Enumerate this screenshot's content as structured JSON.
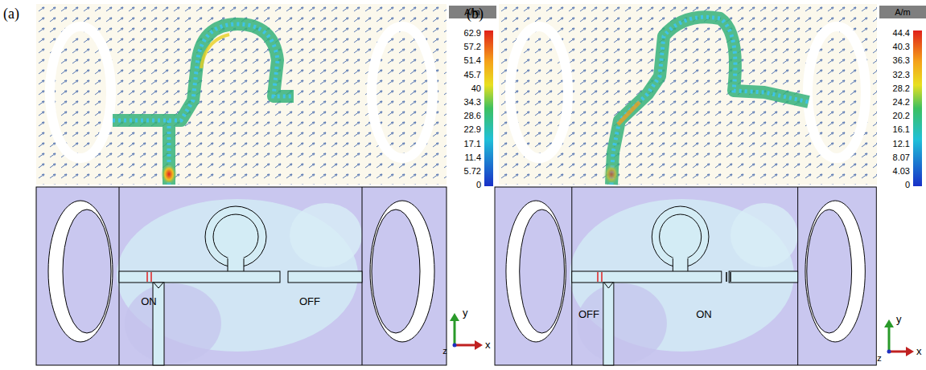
{
  "diagram": {
    "labels": [
      "(a)",
      "A/m",
      "62.9",
      "57.2",
      "51.4",
      "45.7",
      "40",
      "34.3",
      "28.6",
      "22.9",
      "17.1",
      "11.4",
      "5.72",
      "0",
      "ON",
      "OFF",
      "y",
      "z",
      "x",
      "(b)",
      "A/m",
      "44.4",
      "40.3",
      "36.3",
      "32.3",
      "28.2",
      "24.2",
      "20.2",
      "16.1",
      "12.1",
      "8.07",
      "4.03",
      "0",
      "OFF",
      "ON",
      "y",
      "z",
      "x"
    ]
  }
}
